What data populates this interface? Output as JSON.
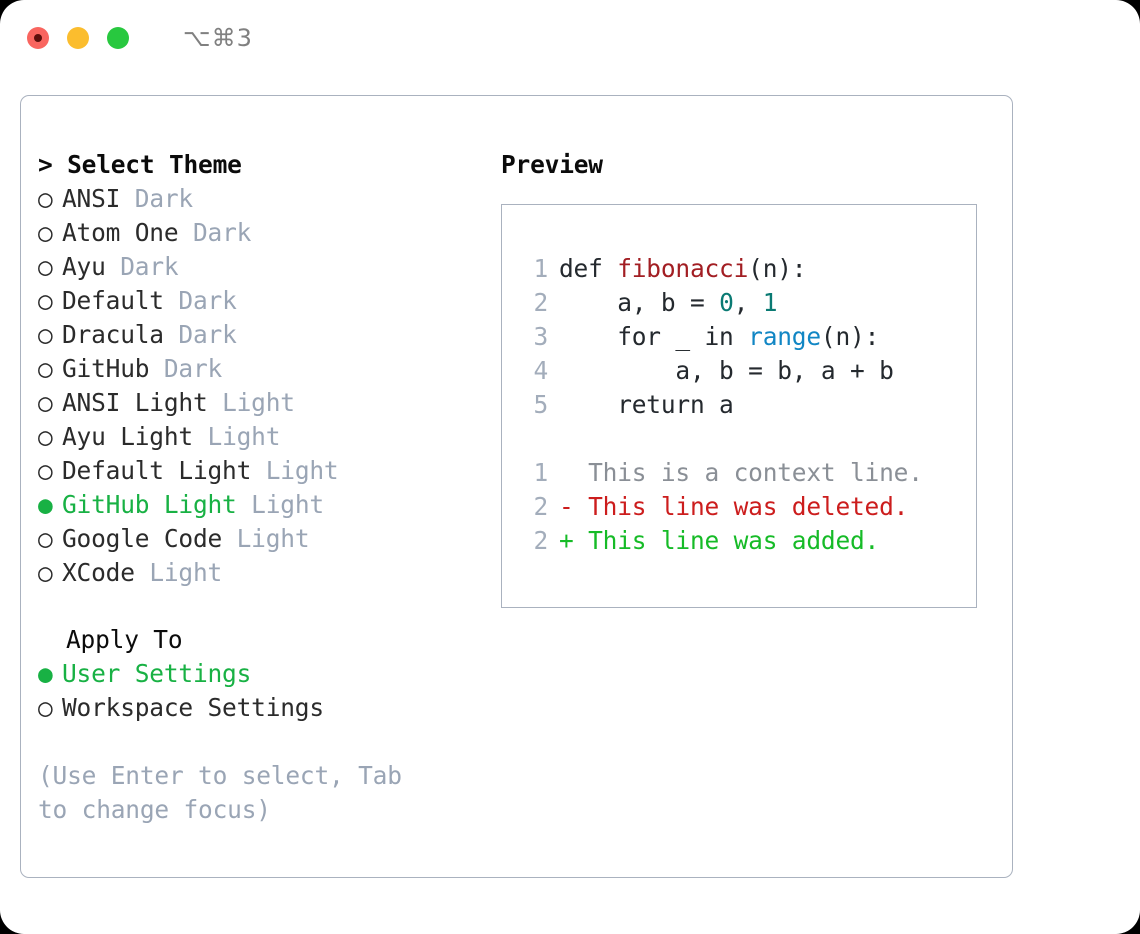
{
  "titlebar": {
    "shortcut": "⌥⌘3",
    "lights": [
      {
        "name": "close",
        "color": "#f9655f"
      },
      {
        "name": "minimize",
        "color": "#fbbd2e"
      },
      {
        "name": "maximize",
        "color": "#28c83f"
      }
    ]
  },
  "theme_picker": {
    "heading": "> Select Theme",
    "options": [
      {
        "bullet": "○",
        "label": "ANSI",
        "suffix": "Dark",
        "selected": false
      },
      {
        "bullet": "○",
        "label": "Atom One",
        "suffix": "Dark",
        "selected": false
      },
      {
        "bullet": "○",
        "label": "Ayu",
        "suffix": "Dark",
        "selected": false
      },
      {
        "bullet": "○",
        "label": "Default",
        "suffix": "Dark",
        "selected": false
      },
      {
        "bullet": "○",
        "label": "Dracula",
        "suffix": "Dark",
        "selected": false
      },
      {
        "bullet": "○",
        "label": "GitHub",
        "suffix": "Dark",
        "selected": false
      },
      {
        "bullet": "○",
        "label": "ANSI Light",
        "suffix": "Light",
        "selected": false
      },
      {
        "bullet": "○",
        "label": "Ayu Light",
        "suffix": "Light",
        "selected": false
      },
      {
        "bullet": "○",
        "label": "Default Light",
        "suffix": "Light",
        "selected": false
      },
      {
        "bullet": "●",
        "label": "GitHub Light",
        "suffix": "Light",
        "selected": true
      },
      {
        "bullet": "○",
        "label": "Google Code",
        "suffix": "Light",
        "selected": false
      },
      {
        "bullet": "○",
        "label": "XCode",
        "suffix": "Light",
        "selected": false
      }
    ]
  },
  "apply_to": {
    "heading": "Apply To",
    "options": [
      {
        "bullet": "●",
        "label": "User Settings",
        "selected": true
      },
      {
        "bullet": "○",
        "label": "Workspace Settings",
        "selected": false
      }
    ]
  },
  "hint": "(Use Enter to select, Tab to change focus)",
  "preview": {
    "heading": "Preview",
    "code_lines": [
      {
        "num": "1",
        "parts": [
          {
            "t": "def ",
            "c": "code-text"
          },
          {
            "t": "fibonacci",
            "c": "tok-fn"
          },
          {
            "t": "(n):",
            "c": "code-text"
          }
        ]
      },
      {
        "num": "2",
        "parts": [
          {
            "t": "    a, b = ",
            "c": "code-text"
          },
          {
            "t": "0",
            "c": "tok-num"
          },
          {
            "t": ", ",
            "c": "code-text"
          },
          {
            "t": "1",
            "c": "tok-num"
          }
        ]
      },
      {
        "num": "3",
        "parts": [
          {
            "t": "    for _ in ",
            "c": "code-text"
          },
          {
            "t": "range",
            "c": "tok-call"
          },
          {
            "t": "(n):",
            "c": "code-text"
          }
        ]
      },
      {
        "num": "4",
        "parts": [
          {
            "t": "        a, b = b, a + b",
            "c": "code-text"
          }
        ]
      },
      {
        "num": "5",
        "parts": [
          {
            "t": "    return a",
            "c": "code-text"
          }
        ]
      }
    ],
    "diff_lines": [
      {
        "num": "1",
        "parts": [
          {
            "t": "  This is a context line.",
            "c": "diff-ctx"
          }
        ]
      },
      {
        "num": "2",
        "parts": [
          {
            "t": "- This line was deleted.",
            "c": "diff-del"
          }
        ]
      },
      {
        "num": "2",
        "parts": [
          {
            "t": "+ This line was added.",
            "c": "diff-add"
          }
        ]
      }
    ]
  },
  "colors": {
    "accent_green": "#18b144",
    "muted": "#9aa5b5",
    "border": "#aab2bf",
    "diff_add": "#16bb27",
    "diff_del": "#cc1d1d",
    "token_function": "#a21e23",
    "token_number": "#0a7a73",
    "token_call": "#1186c4"
  }
}
